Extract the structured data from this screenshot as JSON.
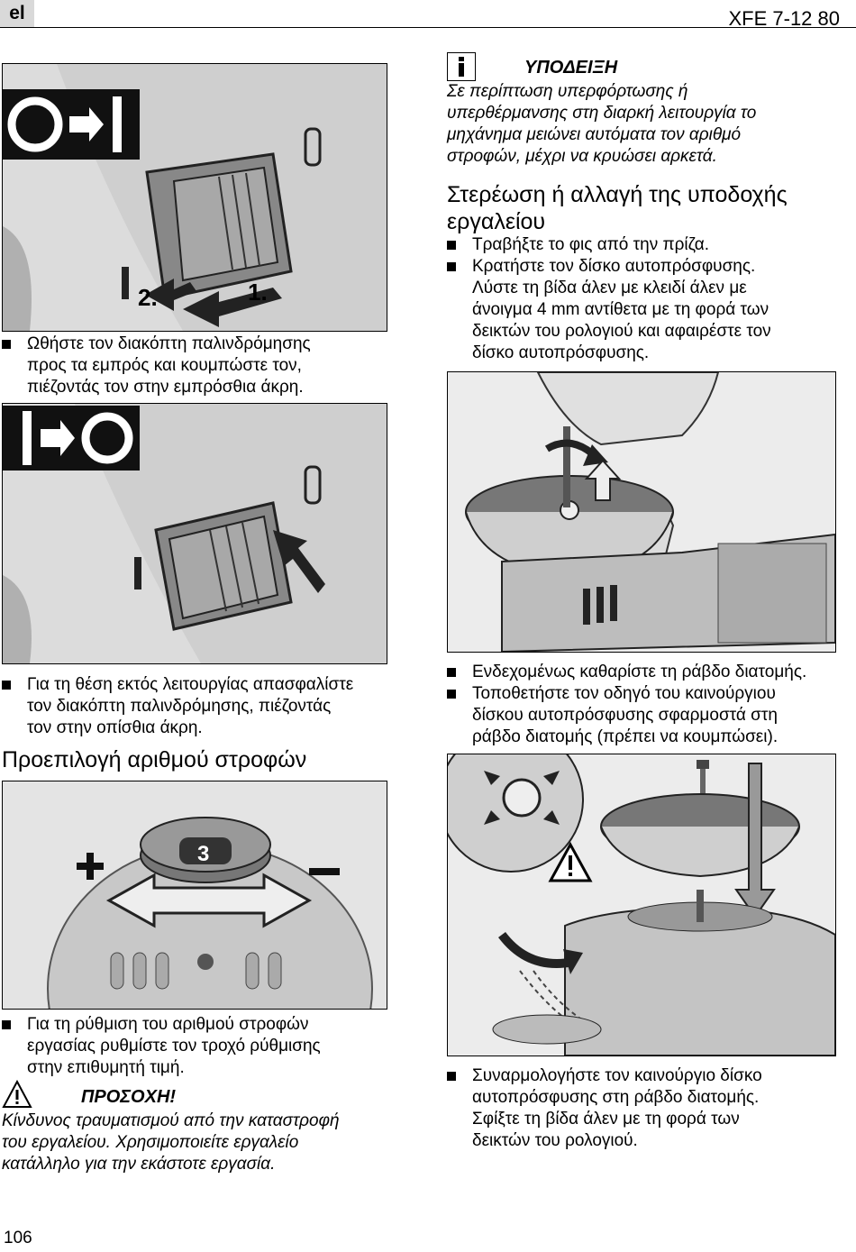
{
  "header": {
    "language": "el",
    "model": "XFE 7-12 80"
  },
  "left": {
    "fig1_labels": [
      "2.",
      "1."
    ],
    "bullet1": "Ωθήστε τον διακόπτη παλινδρόμησης\nπρος τα εμπρός και κουμπώστε τον,\nπιέζοντάς τον στην εμπρόσθια άκρη.",
    "bullet2": "Για τη θέση εκτός λειτουργίας απασφαλίστε\nτον διακόπτη παλινδρόμησης, πιέζοντάς\nτον στην οπίσθια άκρη.",
    "heading": "Προεπιλογή αριθμού στροφών",
    "fig3_label": "3",
    "bullet3": "Για τη ρύθμιση του αριθμού στροφών\nεργασίας ρυθμίστε τον τροχό ρύθμισης\nστην επιθυμητή τιμή.",
    "caution": {
      "title": "ΠΡΟΣΟΧΗ!",
      "text": "Κίνδυνος τραυματισμού από την καταστροφή\nτου εργαλείου. Χρησιμοποιείτε εργαλείο\nκατάλληλο για την εκάστοτε εργασία."
    }
  },
  "right": {
    "note": {
      "title": "ΥΠΟΔΕΙΞΗ",
      "text": "Σε περίπτωση υπερφόρτωσης ή\nυπερθέρμανσης στη διαρκή λειτουργία το\nμηχάνημα μειώνει αυτόματα τον αριθμό\nστροφών, μέχρι να κρυώσει αρκετά."
    },
    "heading": "Στερέωση ή αλλαγή της υποδοχής\nεργαλείου",
    "bullets_a": [
      "Τραβήξτε το φις από την πρίζα.",
      "Κρατήστε τον δίσκο αυτοπρόσφυσης.\nΛύστε τη βίδα άλεν με κλειδί άλεν με\nάνοιγμα 4 mm αντίθετα με τη φορά των\nδεικτών του ρολογιού και αφαιρέστε τον\nδίσκο αυτοπρόσφυσης."
    ],
    "bullets_b": [
      "Ενδεχομένως καθαρίστε τη ράβδο διατομής.",
      "Τοποθετήστε τον οδηγό του καινούργιου\nδίσκου αυτοπρόσφυσης σφαρμοστά στη\nράβδο διατομής (πρέπει να κουμπώσει)."
    ],
    "bullet_c": "Συναρμολογήστε τον καινούργιο δίσκο\nαυτοπρόσφυσης στη ράβδο διατομής.\nΣφίξτε τη βίδα άλεν με τη φορά των\nδεικτών του ρολογιού."
  },
  "footer": {
    "page_number": "106"
  }
}
